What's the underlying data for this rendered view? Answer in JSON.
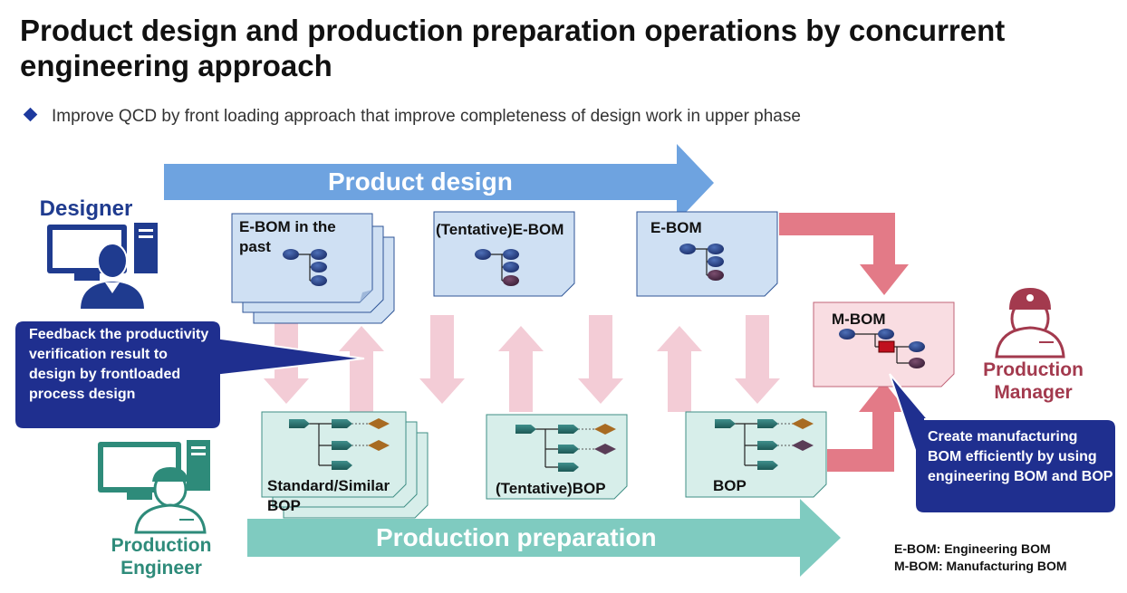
{
  "title": "Product design and production preparation operations by concurrent engineering approach",
  "bullet": "Improve QCD by front loading approach that improve completeness of design work in upper phase",
  "flows": {
    "product_design": "Product design",
    "production_preparation": "Production preparation"
  },
  "roles": {
    "designer": "Designer",
    "production_engineer": "Production Engineer",
    "production_manager": "Production Manager"
  },
  "boxes": {
    "ebom_past": "E-BOM in the past",
    "ebom_tentative": "(Tentative)E-BOM",
    "ebom": "E-BOM",
    "mbom": "M-BOM",
    "bop_standard": "Standard/Similar BOP",
    "bop_tentative": "(Tentative)BOP",
    "bop": "BOP"
  },
  "callouts": {
    "feedback": "Feedback the productivity verification result to design by frontloaded process design",
    "create_mbom": "Create manufacturing BOM efficiently by using engineering BOM and BOP"
  },
  "legend": {
    "ebom": "E-BOM: Engineering BOM",
    "mbom": "M-BOM: Manufacturing BOM"
  },
  "colors": {
    "design_arrow": "#6ea3e0",
    "prep_arrow": "#7fcbc0",
    "design_box": "#cfe0f3",
    "prep_box": "#d7eeea",
    "mbom_box": "#f9dde2",
    "pink_arrow": "#f3ccd6",
    "red_arrow": "#e37a87",
    "callout": "#1f2f8f",
    "designer": "#1f3b8f",
    "engineer": "#2e8b7a",
    "manager": "#a33a4e"
  }
}
